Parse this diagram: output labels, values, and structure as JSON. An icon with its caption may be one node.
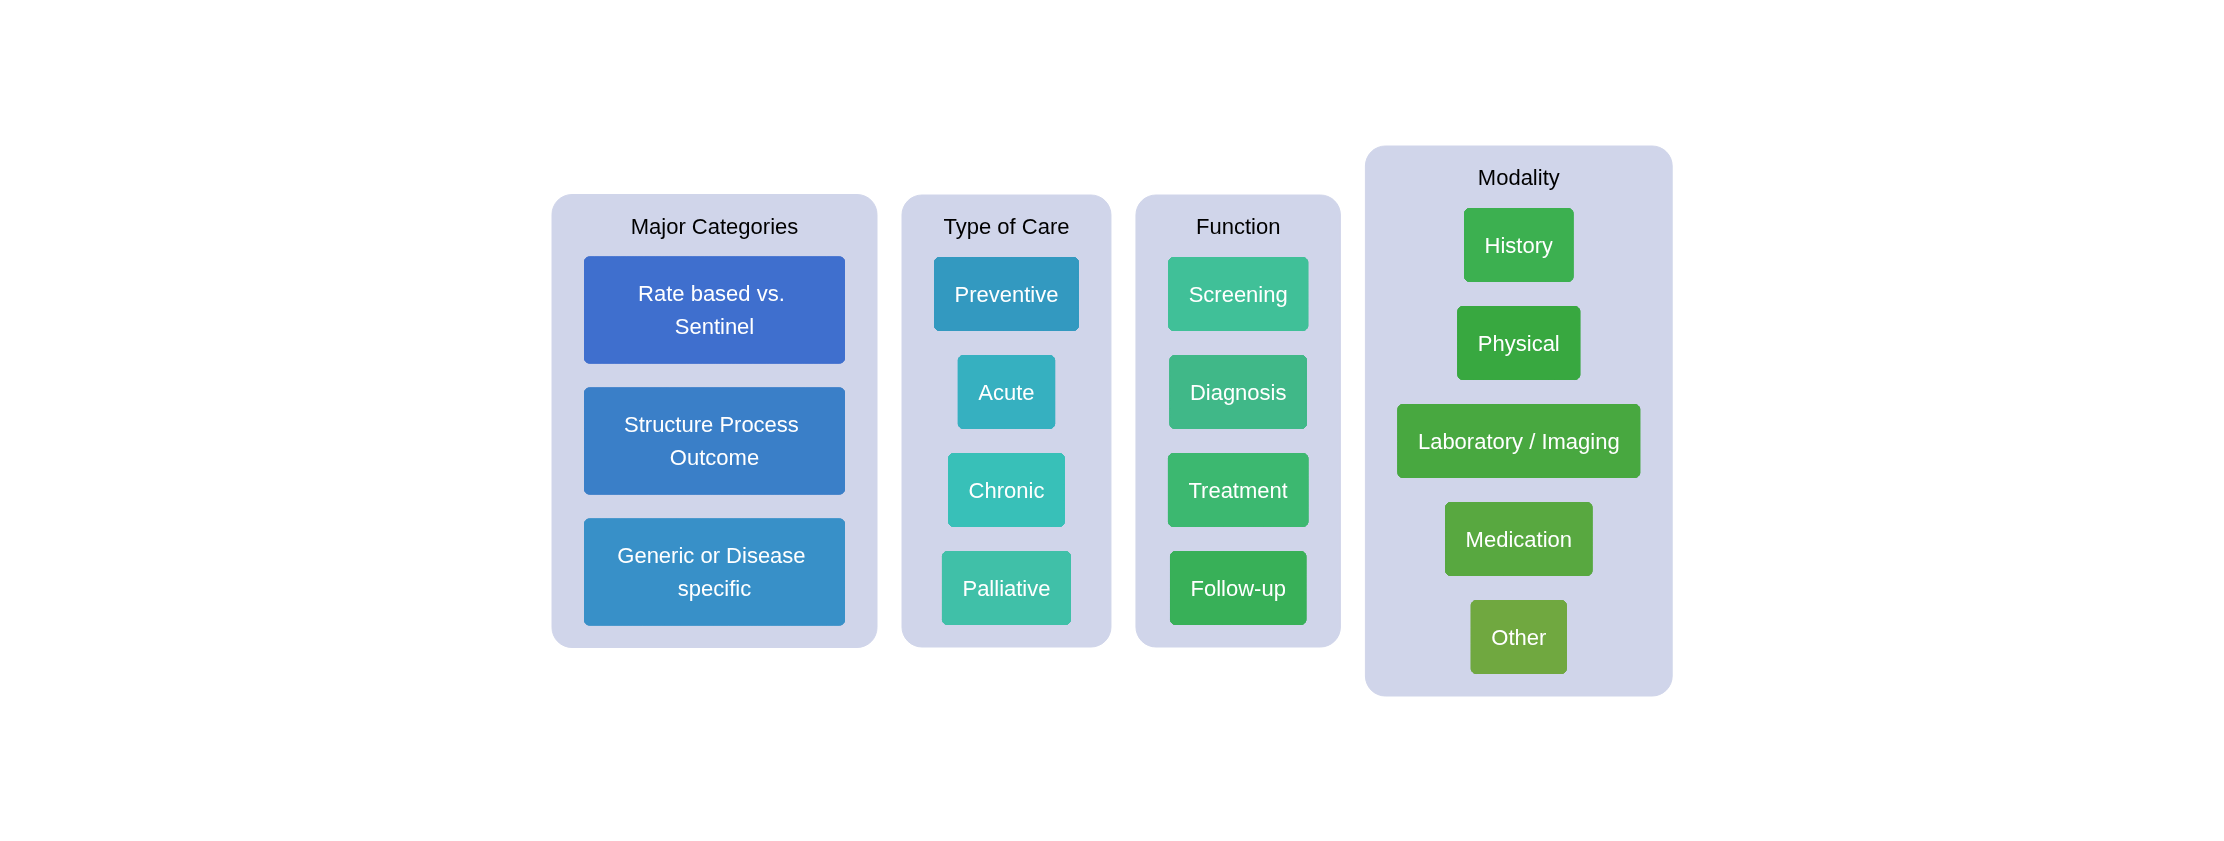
{
  "diagram": {
    "nodes": [
      {
        "text": [
          "Major Categories"
        ]
      },
      {
        "text": [
          "Rate based vs. Sentinel"
        ],
        "in": 0
      },
      {
        "text": [
          "Structure Process Outcome"
        ],
        "in": 0
      },
      {
        "text": [
          "Generic or Disease specific"
        ],
        "in": 0
      },
      {
        "text": [
          "Type of Care"
        ]
      },
      {
        "text": [
          "Preventive"
        ],
        "in": 4
      },
      {
        "text": [
          "Acute"
        ],
        "in": 4
      },
      {
        "text": [
          "Chronic"
        ],
        "in": 4
      },
      {
        "text": [
          "Palliative"
        ],
        "in": 4
      },
      {
        "text": [
          "Function"
        ]
      },
      {
        "text": [
          "Screening"
        ],
        "in": 9
      },
      {
        "text": [
          "Diagnosis"
        ],
        "in": 9
      },
      {
        "text": [
          "Treatment"
        ],
        "in": 9
      },
      {
        "text": [
          "Follow-up"
        ],
        "in": 9
      },
      {
        "text": [
          "Modality"
        ]
      },
      {
        "text": [
          "History"
        ],
        "in": 14
      },
      {
        "text": [
          "Physical"
        ],
        "in": 14
      },
      {
        "text": [
          "Laboratory / Imaging"
        ],
        "in": 14
      },
      {
        "text": [
          "Medication"
        ],
        "in": 14
      },
      {
        "text": [
          "Other"
        ],
        "in": 14
      }
    ],
    "edges": []
  }
}
